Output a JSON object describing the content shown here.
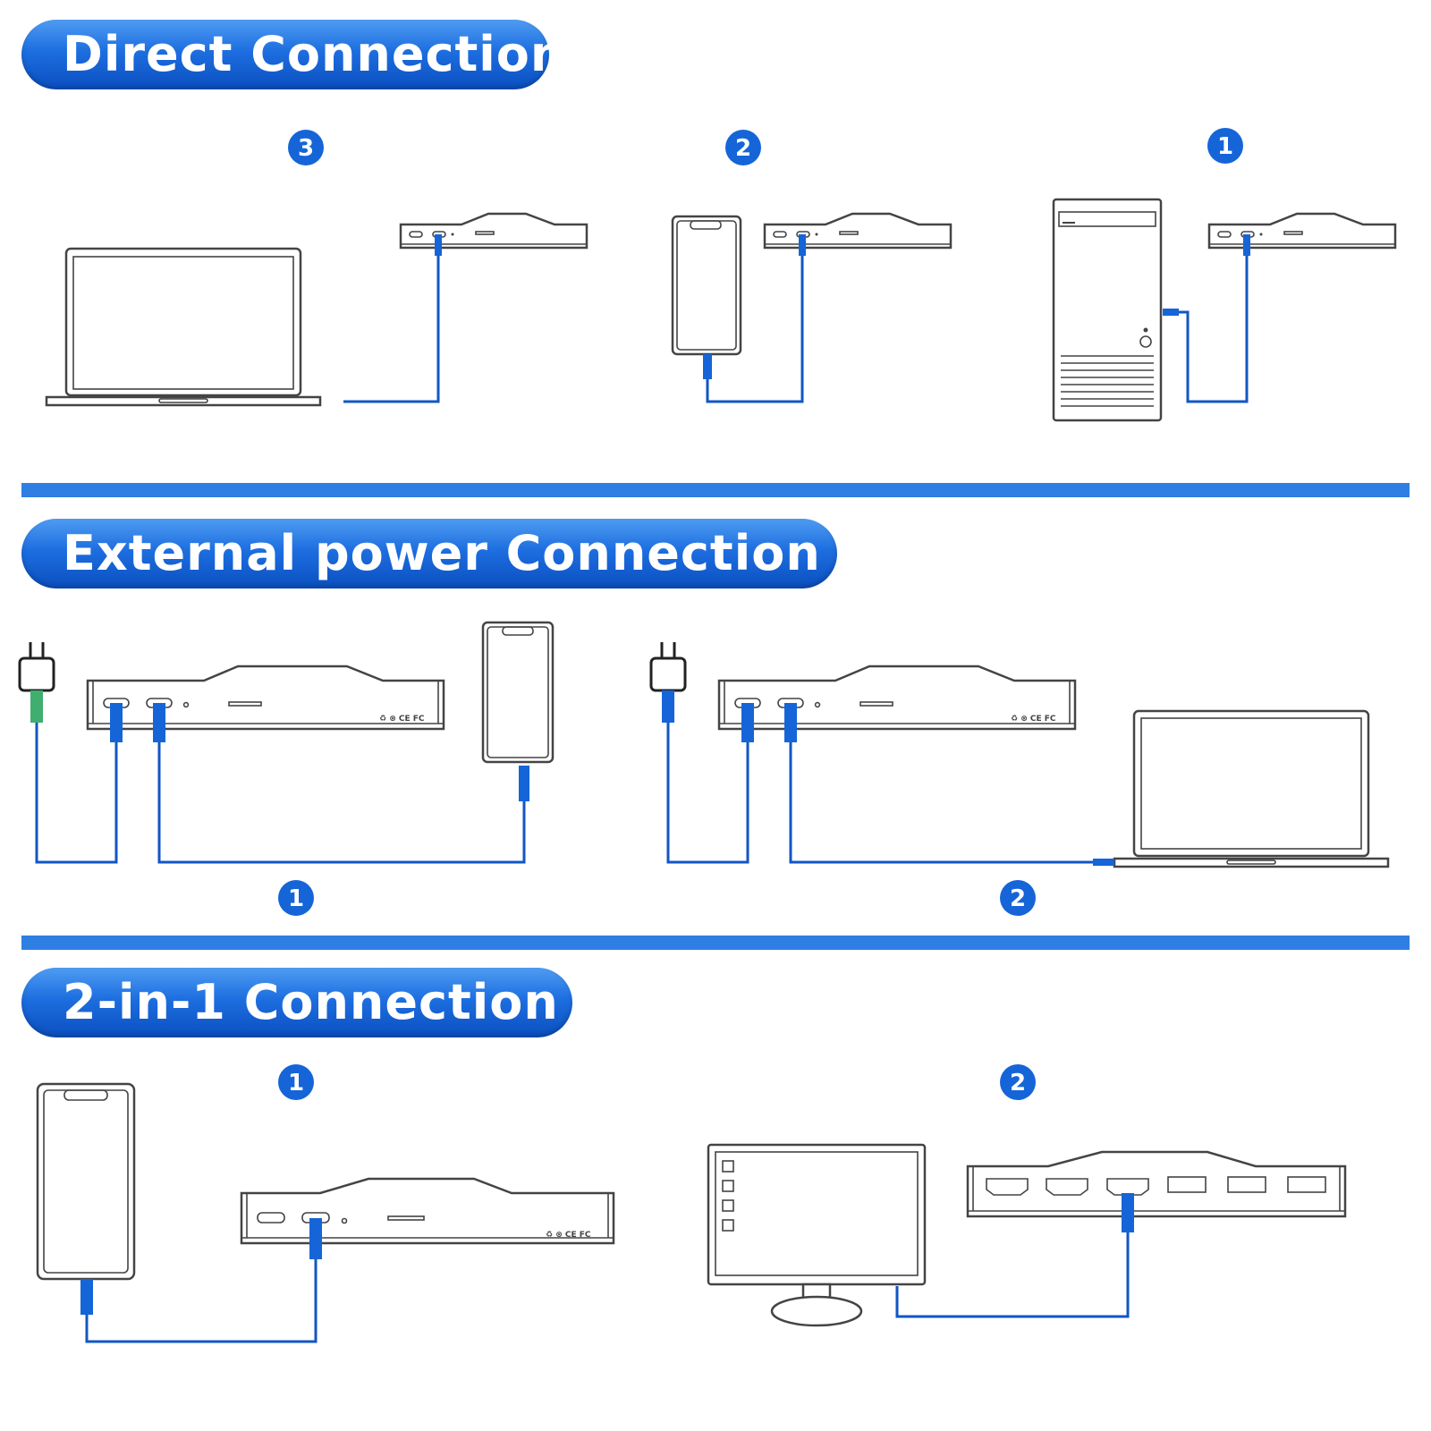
{
  "sections": [
    {
      "title": "Direct Connection",
      "steps": [
        "3",
        "2",
        "1"
      ]
    },
    {
      "title": "External power Connection",
      "steps": [
        "1",
        "2"
      ]
    },
    {
      "title": "2-in-1 Connection",
      "steps": [
        "1",
        "2"
      ]
    }
  ],
  "hub_marks": "♻ ⊗ CE FC",
  "colors": {
    "accent": "#1d6ee0",
    "cable": "#1256c4",
    "plug": "#1565d8",
    "power_plug": "#3fae6e",
    "device_outline": "#444444"
  },
  "icons": [
    "laptop-icon",
    "phone-icon",
    "desktop-tower-icon",
    "usb-hub-icon",
    "power-adapter-icon",
    "monitor-icon",
    "hdmi-hub-icon"
  ]
}
